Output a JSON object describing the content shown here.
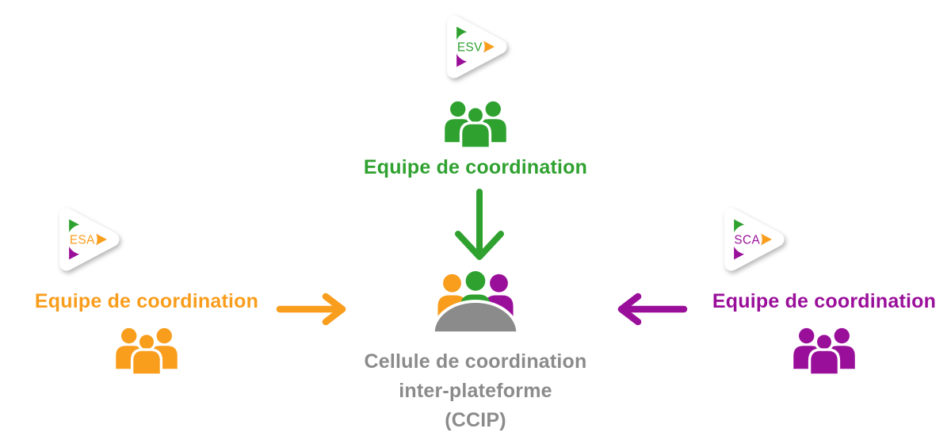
{
  "colors": {
    "green": "#2fa12f",
    "orange": "#f99d1c",
    "purple": "#9a0f9a",
    "gray": "#8b8b8b"
  },
  "diagram": {
    "esv": {
      "logo": "ESV",
      "label": "Equipe de coordination"
    },
    "esa": {
      "logo": "ESA",
      "label": "Equipe de coordination"
    },
    "sca": {
      "logo": "SCA",
      "label": "Equipe de coordination"
    },
    "ccip": {
      "label_line1": "Cellule de coordination",
      "label_line2": "inter-plateforme",
      "label_line3": "(CCIP)"
    },
    "arrows": [
      {
        "from": "ESV",
        "to": "CCIP",
        "color": "green",
        "direction": "down"
      },
      {
        "from": "ESA",
        "to": "CCIP",
        "color": "orange",
        "direction": "right"
      },
      {
        "from": "SCA",
        "to": "CCIP",
        "color": "purple",
        "direction": "left"
      }
    ]
  }
}
